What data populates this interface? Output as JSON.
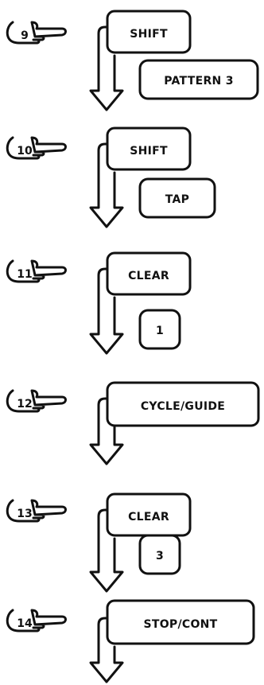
{
  "steps": [
    {
      "number": "9",
      "first_key": "SHIFT",
      "second_key": "PATTERN 3"
    },
    {
      "number": "10",
      "first_key": "SHIFT",
      "second_key": "TAP"
    },
    {
      "number": "11",
      "first_key": "CLEAR",
      "second_key": "1"
    },
    {
      "number": "12",
      "first_key": "CYCLE/GUIDE",
      "second_key": ""
    },
    {
      "number": "13",
      "first_key": "CLEAR",
      "second_key": "3"
    },
    {
      "number": "14",
      "first_key": "STOP/CONT",
      "second_key": ""
    }
  ],
  "icons": {
    "pointer": "pointing-hand-icon",
    "flow": "down-arrow-icon"
  },
  "colors": {
    "ink": "#111111",
    "paper": "#ffffff"
  }
}
